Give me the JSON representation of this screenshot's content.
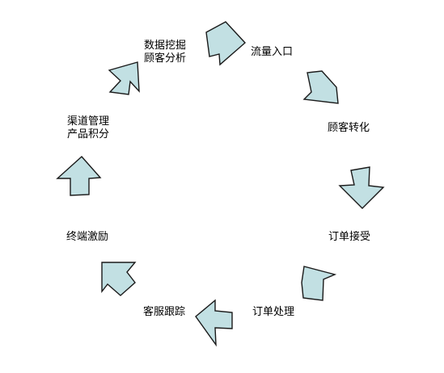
{
  "colors": {
    "arrow_fill": "#c2e0e3",
    "arrow_stroke": "#1a1a1a",
    "text": "#000000",
    "background": "#ffffff"
  },
  "steps": [
    {
      "id": "traffic-entry",
      "lines": [
        "流量入口"
      ]
    },
    {
      "id": "customer-conversion",
      "lines": [
        "顾客转化"
      ]
    },
    {
      "id": "order-acceptance",
      "lines": [
        "订单接受"
      ]
    },
    {
      "id": "order-processing",
      "lines": [
        "订单处理"
      ]
    },
    {
      "id": "customer-tracking",
      "lines": [
        "客服跟踪"
      ]
    },
    {
      "id": "terminal-incentive",
      "lines": [
        "终端激励"
      ]
    },
    {
      "id": "channel-management",
      "lines": [
        "渠道管理",
        "产品积分"
      ]
    },
    {
      "id": "data-mining",
      "lines": [
        "数据挖掘",
        "顾客分析"
      ]
    }
  ]
}
